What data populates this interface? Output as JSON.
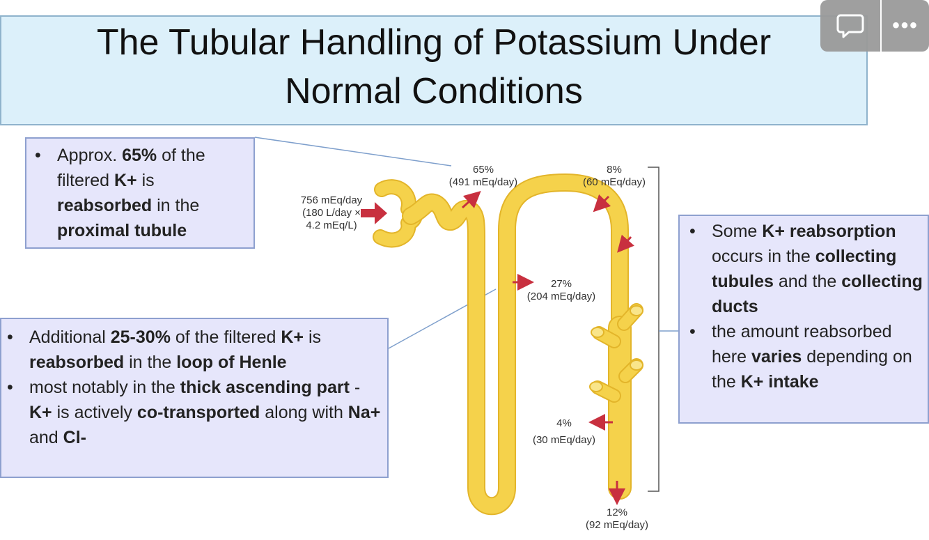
{
  "title": {
    "line1": "The Tubular Handling of Potassium Under",
    "line2": "Normal Conditions"
  },
  "callouts": {
    "proximal": {
      "bullets": [
        [
          {
            "t": "Approx. ",
            "b": false
          },
          {
            "t": "65%",
            "b": true
          },
          {
            "t": " of the filtered ",
            "b": false
          },
          {
            "t": "K+",
            "b": true
          },
          {
            "t": " is ",
            "b": false
          },
          {
            "t": "reabsorbed",
            "b": true
          },
          {
            "t": " in the ",
            "b": false
          },
          {
            "t": "proximal tubule",
            "b": true
          }
        ]
      ]
    },
    "henle": {
      "bullets": [
        [
          {
            "t": "Additional ",
            "b": false
          },
          {
            "t": "25-30%",
            "b": true
          },
          {
            "t": " of the filtered ",
            "b": false
          },
          {
            "t": "K+",
            "b": true
          },
          {
            "t": " is ",
            "b": false
          },
          {
            "t": "reabsorbed",
            "b": true
          },
          {
            "t": " in the ",
            "b": false
          },
          {
            "t": "loop of Henle",
            "b": true
          }
        ],
        [
          {
            "t": "most notably in the ",
            "b": false
          },
          {
            "t": "thick ascending part",
            "b": true
          },
          {
            "t": " - ",
            "b": false
          },
          {
            "t": "K+",
            "b": true
          },
          {
            "t": " is actively ",
            "b": false
          },
          {
            "t": "co-transported",
            "b": true
          },
          {
            "t": " along with ",
            "b": false
          },
          {
            "t": "Na+",
            "b": true
          },
          {
            "t": " and ",
            "b": false
          },
          {
            "t": "Cl-",
            "b": true
          }
        ]
      ]
    },
    "collecting": {
      "bullets": [
        [
          {
            "t": "Some ",
            "b": false
          },
          {
            "t": "K+ reabsorption",
            "b": true
          },
          {
            "t": " occurs in the ",
            "b": false
          },
          {
            "t": "collecting tubules",
            "b": true
          },
          {
            "t": " and the ",
            "b": false
          },
          {
            "t": "collecting ducts",
            "b": true
          }
        ],
        [
          {
            "t": "the amount reabsorbed here ",
            "b": false
          },
          {
            "t": "varies",
            "b": true
          },
          {
            "t": " depending on the ",
            "b": false
          },
          {
            "t": "K+ intake",
            "b": true
          }
        ]
      ]
    }
  },
  "diagram": {
    "filtered_load": [
      "756 mEq/day",
      "(180 L/day ×",
      "4.2 mEq/L)"
    ],
    "proximal": {
      "percent": "65%",
      "amount": "(491 mEq/day)"
    },
    "loop": {
      "percent": "27%",
      "amount": "(204 mEq/day)"
    },
    "distal": {
      "percent": "8%",
      "amount": "(60 mEq/day)"
    },
    "collecting_duct": {
      "percent": "4%",
      "amount": "(30 mEq/day)"
    },
    "excreted": {
      "percent": "12%",
      "amount": "(92 mEq/day)"
    },
    "colors": {
      "tubule": "#f5d24b",
      "tubule_edge": "#e3b52a",
      "arrow": "#c8303f"
    }
  },
  "overlay": {
    "comment_icon": "speech-bubble-icon",
    "more_icon": "ellipsis-icon",
    "more_text": "•••"
  }
}
